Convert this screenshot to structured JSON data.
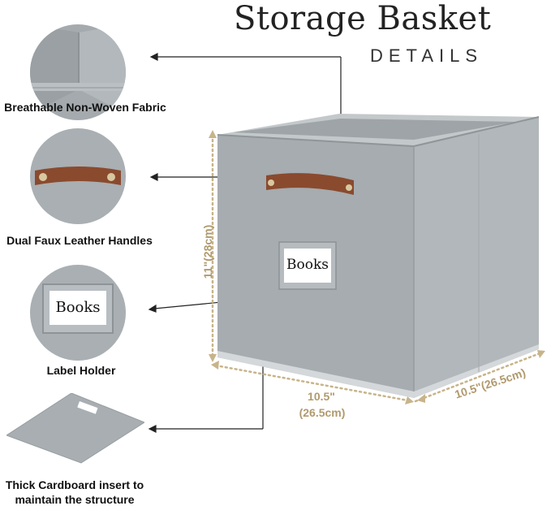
{
  "header": {
    "title": "Storage Basket",
    "subtitle": "DETAILS"
  },
  "features": [
    {
      "label": "Breathable Non-Woven Fabric",
      "icon": "fabric-corner-icon"
    },
    {
      "label": "Dual Faux Leather Handles",
      "icon": "leather-handle-icon"
    },
    {
      "label": "Label Holder",
      "icon": "label-holder-icon",
      "tag_text": "Books"
    },
    {
      "label_line1": "Thick Cardboard insert to",
      "label_line2": "maintain the structure",
      "icon": "cardboard-insert-icon"
    }
  ],
  "product": {
    "label_text": "Books"
  },
  "dimensions": {
    "height": "11\"(28cm)",
    "width_line1": "10.5\"",
    "width_line2": "(26.5cm)",
    "depth": "10.5\"(26.5cm)"
  },
  "colors": {
    "fabric": "#a8aeb0",
    "leather": "#8a4a2e",
    "dimension": "#c8b48a"
  }
}
